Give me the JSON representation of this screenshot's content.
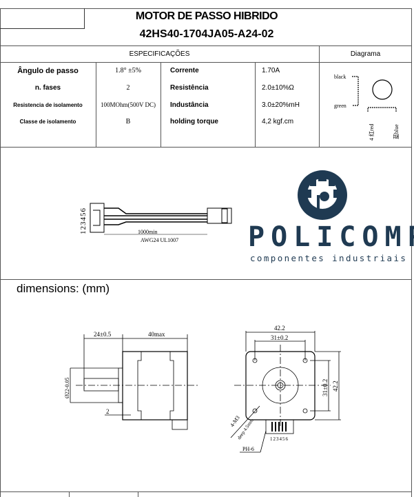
{
  "header": {
    "title": "MOTOR DE PASSO HIBRIDO",
    "model": "42HS40-1704JA05-A24-02"
  },
  "specs": {
    "section_label": "ESPECIFICAÇÕES",
    "diagram_label": "Diagrama",
    "rows": [
      {
        "label": "Ângulo de passo",
        "value": "1.8° ±5%",
        "label2": "Corrente",
        "value2": "1.70A"
      },
      {
        "label": "n. fases",
        "value": "2",
        "label2": "Resistência",
        "value2": "2.0±10%Ω"
      },
      {
        "label": "Resistencia de isolamento",
        "value": "100MOhm(500V DC)",
        "label2": "Industância",
        "value2": "3.0±20%mH"
      },
      {
        "label": "Classe de isolamento",
        "value": "B",
        "label2": "holding torque",
        "value2": "4,2 kgf.cm"
      }
    ]
  },
  "diagram": {
    "black": "black",
    "green": "green",
    "red": "4 红red",
    "blue": "蓝blue"
  },
  "cable": {
    "pins": "123456",
    "length": "1000min",
    "wire": "AWG24 UL1007"
  },
  "logo": {
    "name": "POLICOMP",
    "tagline": "componentes industriais",
    "color": "#1f3a52"
  },
  "dimensions": {
    "title": "dimensions:  (mm)",
    "shaft_len": "24±0.5",
    "body_len": "40max",
    "shaft_dia": "Ø22-0.05",
    "flange": "2",
    "width": "42.2",
    "hole_spacing": "31±0.2",
    "hole_spacing_v": "31±0.2",
    "height": "42.2",
    "screw": "4-M3",
    "depth": "deep 4.5mm",
    "connector": "PH-6",
    "conn_pins": "123456"
  }
}
